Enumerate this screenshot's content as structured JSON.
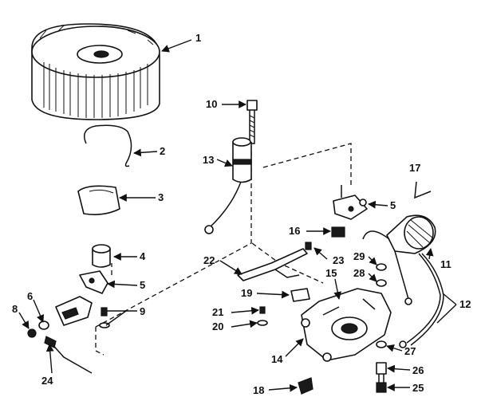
{
  "diagram": {
    "callouts": [
      "1",
      "2",
      "3",
      "4",
      "5",
      "6",
      "8",
      "9",
      "24",
      "10",
      "13",
      "5",
      "11",
      "12",
      "16",
      "17",
      "22",
      "23",
      "15",
      "28",
      "29",
      "19",
      "21",
      "20",
      "14",
      "27",
      "26",
      "25",
      "18"
    ]
  }
}
